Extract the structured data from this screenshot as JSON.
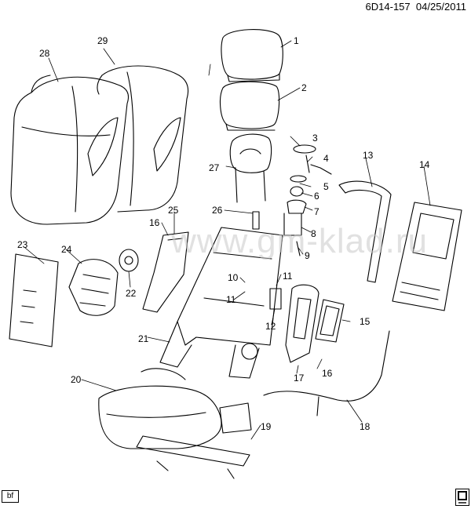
{
  "header": {
    "ref": "6D14-157",
    "date": "04/25/2011"
  },
  "watermark": "www.gm-klad.ru",
  "footer": {
    "left_tag": "bf",
    "corner_icon": "gm-brand-icon"
  },
  "callouts": [
    "1",
    "2",
    "3",
    "4",
    "5",
    "6",
    "7",
    "8",
    "9",
    "10",
    "11",
    "12",
    "13",
    "14",
    "15",
    "16",
    "17",
    "18",
    "19",
    "20",
    "21",
    "22",
    "23",
    "24",
    "25",
    "26",
    "27",
    "28",
    "29"
  ],
  "colors": {
    "line": "#000000",
    "watermark": "#c9c9c9"
  }
}
